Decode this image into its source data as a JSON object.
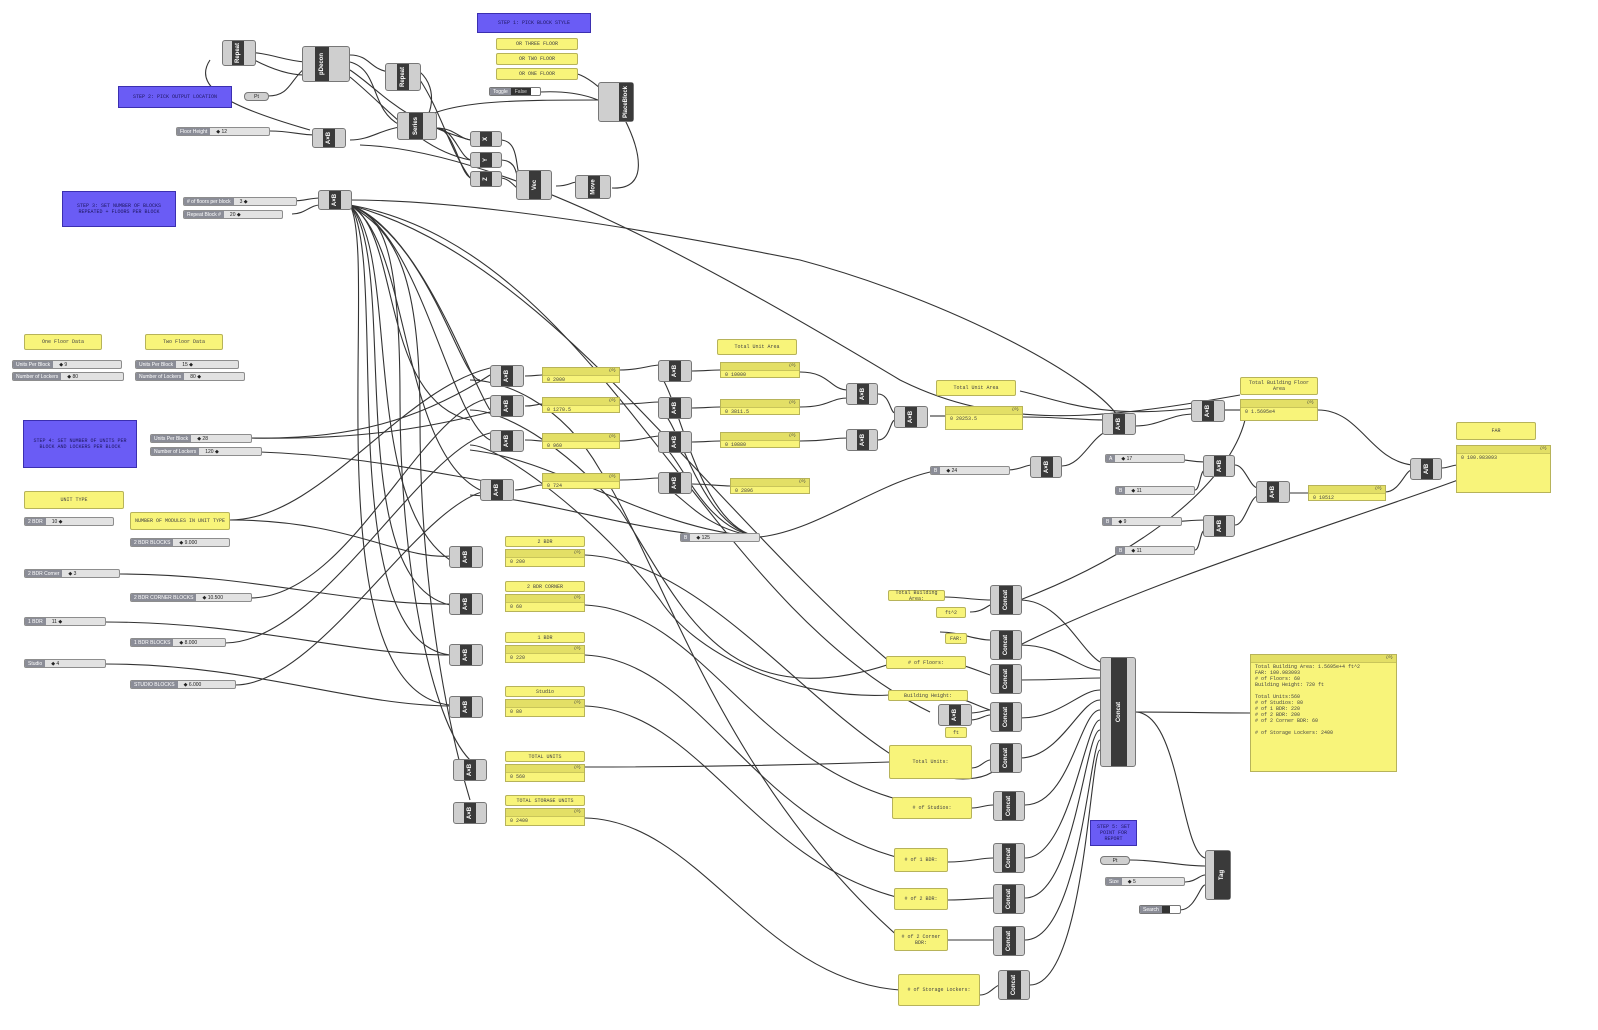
{
  "steps": {
    "s1": "STEP 1: PICK BLOCK STYLE",
    "s2": "STEP 2: PICK OUTPUT LOCATION",
    "s3": "STEP 3: SET NUMBER OF BLOCKS REPEATED + FLOORS PER BLOCK",
    "s4": "STEP 4: SET NUMBER OF UNITS PER BLOCK AND LOCKERS PER BLOCK",
    "s5": "STEP 5: SET POINT FOR REPORT"
  },
  "block_notes": {
    "three": "OR THREE FLOOR",
    "two": "OR TWO FLOOR",
    "one": "OR ONE FLOOR"
  },
  "toggle": {
    "label": "Toggle",
    "value": "False"
  },
  "pt_label": "Pt",
  "sliders": {
    "floor_height": {
      "label": "Floor Height",
      "value": "◆ 12"
    },
    "floors_per_block": {
      "label": "# of floors per block",
      "value": "3 ◆"
    },
    "repeat_block": {
      "label": "Repeat Block #",
      "value": "20 ◆"
    },
    "one_units": {
      "label": "Units Per Block",
      "value": "◆ 9"
    },
    "one_lockers": {
      "label": "Number of Lockers",
      "value": "◆ 80"
    },
    "two_units": {
      "label": "Units Per Block",
      "value": "15 ◆"
    },
    "two_lockers": {
      "label": "Number of Lockers",
      "value": "80 ◆"
    },
    "three_units": {
      "label": "Units Per Block",
      "value": "◆ 28"
    },
    "three_lockers": {
      "label": "Number of Lockers",
      "value": "120 ◆"
    },
    "bdr2": {
      "label": "2 BDR",
      "value": "10 ◆"
    },
    "bdr2_blocks": {
      "label": "2 BDR BLOCKS",
      "value": "◆ 9.000"
    },
    "bdr2_corner": {
      "label": "2 BDR Corner",
      "value": "◆ 3"
    },
    "bdr2_corner_blocks": {
      "label": "2 BDR CORNER BLOCKS",
      "value": "◆ 10.500"
    },
    "bdr1": {
      "label": "1 BDR",
      "value": "11 ◆"
    },
    "bdr1_blocks": {
      "label": "1 BDR BLOCKS",
      "value": "◆ 8.000"
    },
    "studio": {
      "label": "Studio",
      "value": "◆ 4"
    },
    "studio_blocks": {
      "label": "STUDIO BLOCKS",
      "value": "◆ 6.000"
    },
    "b24": {
      "label": "B",
      "value": "◆ 24"
    },
    "b125": {
      "label": "B",
      "value": "◆ 125"
    },
    "a17": {
      "label": "A",
      "value": "◆ 17"
    },
    "b11a": {
      "label": "B",
      "value": "◆ 11"
    },
    "b9": {
      "label": "B",
      "value": "◆ 9"
    },
    "b11b": {
      "label": "B",
      "value": "◆ 11"
    },
    "size": {
      "label": "Size",
      "value": "◆ 5"
    }
  },
  "labels": {
    "one_floor": "One Floor Data",
    "two_floor": "Two Floor Data",
    "unit_type": "UNIT TYPE",
    "modules": "NUMBER OF MODULES IN UNIT TYPE",
    "total_unit_area_a": "Total Unit Area",
    "total_unit_area_b": "Total Unit Area",
    "total_bldg_floor_area": "Total Building Floor Area",
    "far": "FAR",
    "bdr2": "2 BDR",
    "bdr2_corner": "2 BDR CORNER",
    "bdr1": "1 BDR",
    "studio": "Studio",
    "total_units": "TOTAL UNITS",
    "total_storage": "TOTAL STORAGE UNITS",
    "total_building_area": "Total Building Area:",
    "ft2": "ft^2",
    "far_colon": "FAR:",
    "num_floors": "# of Floors:",
    "building_height": "Building Height:",
    "ft": "ft",
    "total_units_c": "Total Units:",
    "num_studios": "# of Studios:",
    "num_1bdr": "# of 1 BDR:",
    "num_2bdr": "# of 2 BDR:",
    "num_2corner": "# of 2 Corner BDR:",
    "num_storage": "# of Storage Lockers:"
  },
  "panels": {
    "p1": {
      "header": "{0}",
      "value": "0 2000"
    },
    "p2": {
      "header": "{0}",
      "value": "0 1270.5"
    },
    "p3": {
      "header": "{0}",
      "value": "0 960"
    },
    "p4": {
      "header": "{0}",
      "value": "0 724"
    },
    "p5": {
      "header": "{0}",
      "value": "0 10000"
    },
    "p6": {
      "header": "{0}",
      "value": "0 3811.5"
    },
    "p7": {
      "header": "{0}",
      "value": "0 10880"
    },
    "p8": {
      "header": "{0}",
      "value": "0 2896"
    },
    "p9": {
      "header": "{0}",
      "value": "0 20253.5"
    },
    "p10": {
      "header": "{0}",
      "value": "0 1.5695e4"
    },
    "p11": {
      "header": "{0}",
      "value": "0 10512"
    },
    "p12": {
      "header": "{0}",
      "value": "0 100.983093"
    },
    "p13": {
      "header": "{0}",
      "value": "0 200"
    },
    "p14": {
      "header": "{0}",
      "value": "0 60"
    },
    "p15": {
      "header": "{0}",
      "value": "0 220"
    },
    "p16": {
      "header": "{0}",
      "value": "0 80"
    },
    "p17": {
      "header": "{0}",
      "value": "0 560"
    },
    "p18": {
      "header": "{0}",
      "value": "0 2400"
    }
  },
  "report": {
    "header": "{0}",
    "text": "Total Building Area: 1.5695e+4 ft^2\nFAR: 100.983093\n# of Floors: 60\nBuilding Height: 720 ft\n\nTotal Units:560\n# of Studios: 80\n# of 1 BDR: 220\n# of 2 BDR: 200\n# of 2 Corner BDR: 60\n\n# of Storage Lockers: 2400"
  },
  "components": {
    "repeat1": "Repeat",
    "pdecon": "pDecon",
    "repeat2": "Repeat",
    "series": "Series",
    "x": "X",
    "y": "Y",
    "z": "Z",
    "vec": "Vec",
    "move": "Move",
    "placeblock": "PlaceBlock",
    "axb": "A×B",
    "adiv": "A/B",
    "concat": "Concat",
    "tag": "Tag"
  },
  "search_label": "Search"
}
